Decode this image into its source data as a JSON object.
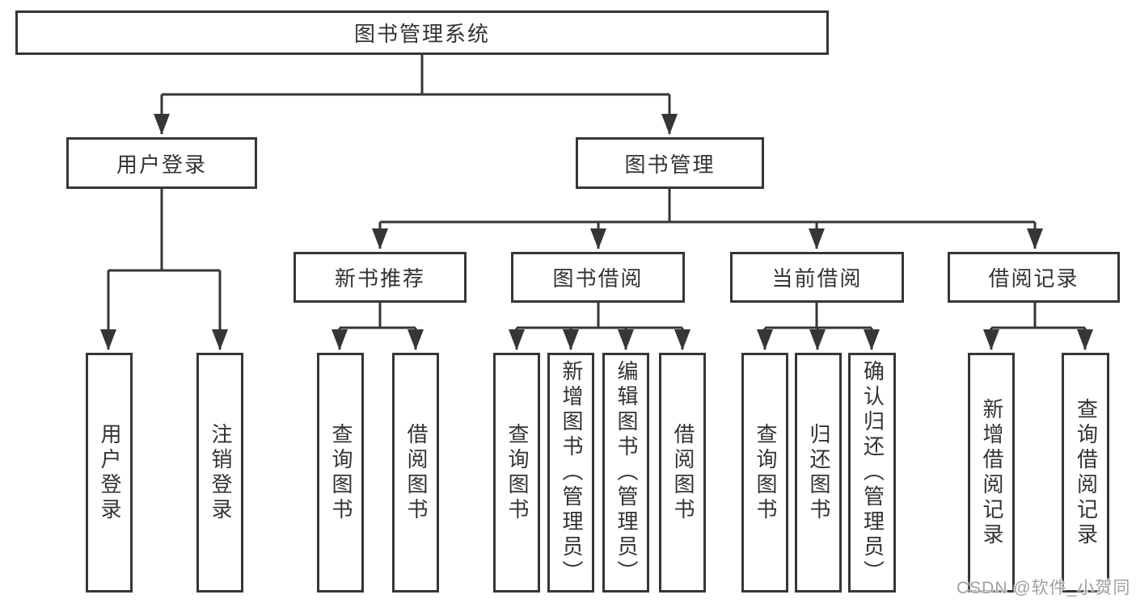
{
  "diagram": {
    "title": "图书管理系统",
    "branches": [
      {
        "label": "用户登录",
        "leaves": [
          "用户登录",
          "注销登录"
        ]
      },
      {
        "label": "图书管理",
        "sections": [
          {
            "label": "新书推荐",
            "leaves": [
              "查询图书",
              "借阅图书"
            ]
          },
          {
            "label": "图书借阅",
            "leaves": [
              "查询图书",
              "新增图书（管理员）",
              "编辑图书（管理员）",
              "借阅图书"
            ]
          },
          {
            "label": "当前借阅",
            "leaves": [
              "查询图书",
              "归还图书",
              "确认归还（管理员）"
            ]
          },
          {
            "label": "借阅记录",
            "leaves": [
              "新增借阅记录",
              "查询借阅记录"
            ]
          }
        ]
      }
    ]
  },
  "watermark": {
    "text": "CSDN @软件_小贺同学"
  },
  "colors": {
    "line": "#363636",
    "text": "#333333",
    "watermark": "#a0a0a0",
    "background": "#ffffff"
  }
}
